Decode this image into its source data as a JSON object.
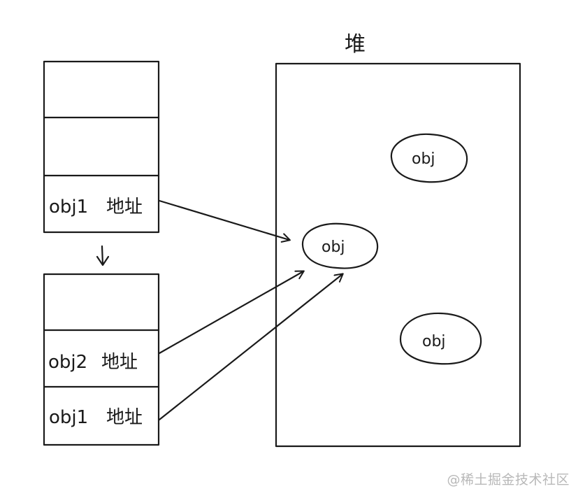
{
  "heap": {
    "title": "堆",
    "objects": [
      {
        "label": "obj"
      },
      {
        "label": "obj"
      },
      {
        "label": "obj"
      }
    ]
  },
  "stack_before": {
    "rows": [
      {
        "label": "",
        "addr": ""
      },
      {
        "label": "",
        "addr": ""
      },
      {
        "label": "obj1",
        "addr": "地址"
      }
    ]
  },
  "stack_after": {
    "rows": [
      {
        "label": "",
        "addr": ""
      },
      {
        "label": "obj2",
        "addr": "地址"
      },
      {
        "label": "obj1",
        "addr": "地址"
      }
    ]
  },
  "watermark": "@稀土掘金技术社区"
}
